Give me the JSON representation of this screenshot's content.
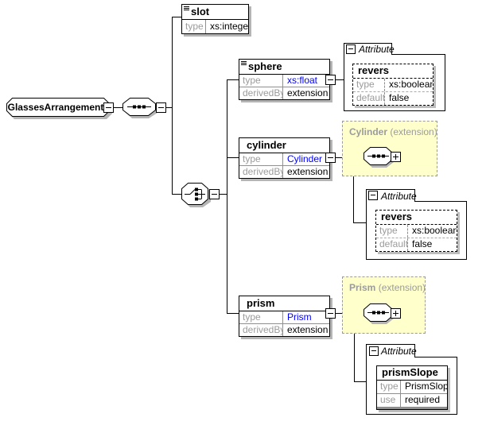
{
  "root": {
    "name": "GlassesArrangement"
  },
  "compositors": {
    "sequence": "sequence",
    "choice": "choice"
  },
  "attr_group_label": "Attribute",
  "elements": {
    "slot": {
      "name": "slot",
      "rows": [
        {
          "k": "type",
          "v": "xs:integer"
        }
      ]
    },
    "sphere": {
      "name": "sphere",
      "rows": [
        {
          "k": "type",
          "v": "xs:float"
        },
        {
          "k": "derivedBy",
          "v": "extension"
        }
      ]
    },
    "cylinder": {
      "name": "cylinder",
      "rows": [
        {
          "k": "type",
          "v": "Cylinder"
        },
        {
          "k": "derivedBy",
          "v": "extension"
        }
      ]
    },
    "prism": {
      "name": "prism",
      "rows": [
        {
          "k": "type",
          "v": "Prism"
        },
        {
          "k": "derivedBy",
          "v": "extension"
        }
      ]
    }
  },
  "extensions": {
    "cylinder": {
      "title": "Cylinder",
      "suffix": " (extension)"
    },
    "prism": {
      "title": "Prism",
      "suffix": " (extension)"
    }
  },
  "attributes": {
    "sphere_revers": {
      "name": "revers",
      "rows": [
        {
          "k": "type",
          "v": "xs:boolean"
        },
        {
          "k": "default",
          "v": "false"
        }
      ]
    },
    "cylinder_revers": {
      "name": "revers",
      "rows": [
        {
          "k": "type",
          "v": "xs:boolean"
        },
        {
          "k": "default",
          "v": "false"
        }
      ]
    },
    "prism_slope": {
      "name": "prismSlope",
      "rows": [
        {
          "k": "type",
          "v": "PrismSlope"
        },
        {
          "k": "use",
          "v": "required"
        }
      ]
    }
  },
  "colors": {
    "link": "#0000ff",
    "label_gray": "#9b9b9b",
    "extension_bg": "#ffffcc",
    "shadow": "#b5b5b5"
  }
}
